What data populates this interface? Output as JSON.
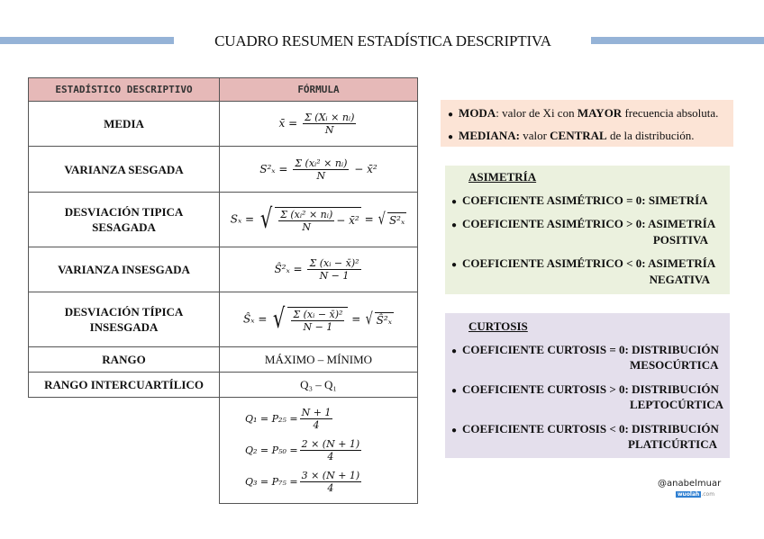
{
  "header": {
    "title": "CUADRO RESUMEN ESTADÍSTICA DESCRIPTIVA",
    "bar_color": "#95b3d7"
  },
  "table": {
    "headers": [
      "ESTADÍSTICO DESCRIPTIVO",
      "FÓRMULA"
    ],
    "header_bg": "#e6b9b8",
    "rows": [
      {
        "label": "MEDIA",
        "formula": "x̄ = Σ (Xᵢ × nᵢ) / N",
        "f": {
          "lhs": "x̄ =",
          "num": "Σ (Xᵢ × nᵢ)",
          "den": "N"
        }
      },
      {
        "label": "VARIANZA SESGADA",
        "formula": "S²ₓ = Σ (xᵢ² × nᵢ) / N − x̄²",
        "f": {
          "lhs": "S²ₓ =",
          "num": "Σ (xᵢ² × nᵢ)",
          "den": "N",
          "rhs": "− x̄²"
        }
      },
      {
        "label_line1": "DESVIACIÓN TIPICA",
        "label_line2": "SESAGADA",
        "formula": "Sₓ = √(Σ (xᵢ² × nᵢ) / N − x̄²) = √S²ₓ",
        "f": {
          "lhs": "Sₓ =",
          "num": "Σ (xᵢ² × nᵢ)",
          "den": "N",
          "inner_rhs": "− x̄²",
          "eq": "=",
          "sqrt2": "S²ₓ"
        }
      },
      {
        "label": "VARIANZA INSESGADA",
        "formula": "Ŝ²ₓ = Σ (xᵢ − x̄)² / (N − 1)",
        "f": {
          "lhs": "Ŝ²ₓ =",
          "num": "Σ (xᵢ − x̄)²",
          "den": "N − 1"
        }
      },
      {
        "label_line1": "DESVIACIÓN TÍPICA",
        "label_line2": "INSESGADA",
        "formula": "Ŝₓ = √(Σ (xᵢ − x̄)² / (N − 1)) = √Ŝ²ₓ",
        "f": {
          "lhs": "Ŝₓ =",
          "num": "Σ (xᵢ − x̄)²",
          "den": "N − 1",
          "eq": "=",
          "sqrt2": "Ŝ²ₓ"
        }
      },
      {
        "label": "RANGO",
        "formula": "MÁXIMO – MÍNIMO"
      },
      {
        "label": "RANGO INTERCUARTÍLICO",
        "formula": "Q₃ – Q₁"
      }
    ],
    "quartiles": [
      {
        "lhs": "Q₁ = P₂₅ =",
        "num": "N + 1",
        "den": "4"
      },
      {
        "lhs": "Q₂ = P₅₀ =",
        "num": "2 × (N + 1)",
        "den": "4"
      },
      {
        "lhs": "Q₃ = P₇₅ =",
        "num": "3 × (N + 1)",
        "den": "4"
      }
    ]
  },
  "moda_box": {
    "bg": "#fce4d6",
    "items": [
      {
        "bold": "MODA",
        "text": ": valor de Xi con ",
        "bold2": "MAYOR",
        "text2": " frecuencia absoluta."
      },
      {
        "bold": "MEDIANA:",
        "text": " valor ",
        "bold2": "CENTRAL",
        "text2": " de la distribución."
      }
    ]
  },
  "asimetria": {
    "bg": "#ebf1de",
    "heading": "ASIMETRÍA",
    "items": [
      {
        "line1": "COEFICIENTE ASIMÉTRICO = 0: SIMETRÍA"
      },
      {
        "line1": "COEFICIENTE ASIMÉTRICO > 0: ASIMETRÍA",
        "line2": "POSITIVA"
      },
      {
        "line1": "COEFICIENTE ASIMÉTRICO < 0: ASIMETRÍA",
        "line2": "NEGATIVA"
      }
    ]
  },
  "curtosis": {
    "bg": "#e4dfec",
    "heading": "CURTOSIS",
    "items": [
      {
        "line1": "COEFICIENTE CURTOSIS = 0: DISTRIBUCIÓN",
        "line2": "MESOCÚRTICA"
      },
      {
        "line1": "COEFICIENTE CURTOSIS > 0: DISTRIBUCIÓN",
        "line2": "LEPTOCÚRTICA"
      },
      {
        "line1": "COEFICIENTE CURTOSIS < 0: DISTRIBUCIÓN",
        "line2": "PLATICÚRTICA"
      }
    ]
  },
  "footer": {
    "handle": "@anabelmuar",
    "logo_a": "wuolah",
    "logo_b": ".com"
  }
}
